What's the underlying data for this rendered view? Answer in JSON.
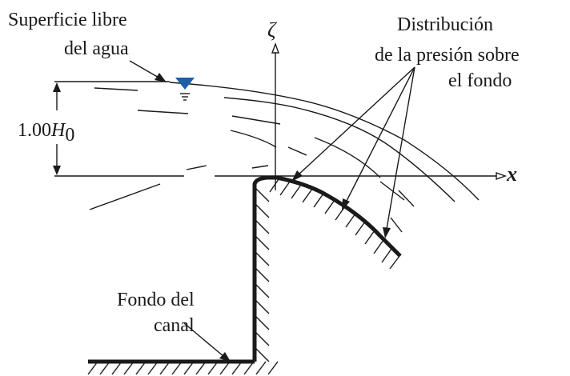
{
  "labels": {
    "free_surface_line1": "Superficie libre",
    "free_surface_line2": "del agua",
    "pressure_line1": "Distribución",
    "pressure_line2": "de la presión sobre",
    "pressure_line3": "el fondo",
    "bottom_line1": "Fondo del",
    "bottom_line2": "canal",
    "head_prefix": "1.00",
    "head_symbol": "H",
    "head_subscript": "0",
    "axis_x": "x",
    "axis_zeta": "ζ"
  },
  "colors": {
    "ink": "#1a1a1a",
    "water_marker": "#1f5fa8"
  }
}
